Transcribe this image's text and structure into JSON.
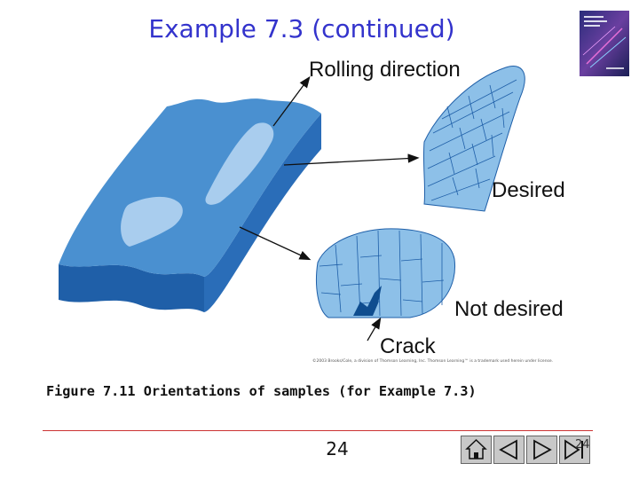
{
  "slide": {
    "title": "Example 7.3 (continued)",
    "page_number": "24",
    "corner_number": "24"
  },
  "figure": {
    "labels": {
      "rolling_direction": "Rolling direction",
      "desired": "Desired",
      "not_desired": "Not desired",
      "crack": "Crack"
    },
    "copyright": "©2003 Brooks/Cole, a division of Thomson Learning, Inc. Thomson Learning™ is a trademark used herein under license.",
    "caption": "Figure 7.11  Orientations of samples (for Example 7.3)",
    "colors": {
      "plate": "#4a90d0",
      "plate_edge": "#1f5fa8",
      "sample_fill": "#8dc0e8",
      "crack": "#0f4d8f"
    }
  },
  "nav": {
    "buttons": [
      {
        "icon": "home-icon"
      },
      {
        "icon": "back-icon"
      },
      {
        "icon": "forward-icon"
      },
      {
        "icon": "end-icon"
      }
    ]
  }
}
